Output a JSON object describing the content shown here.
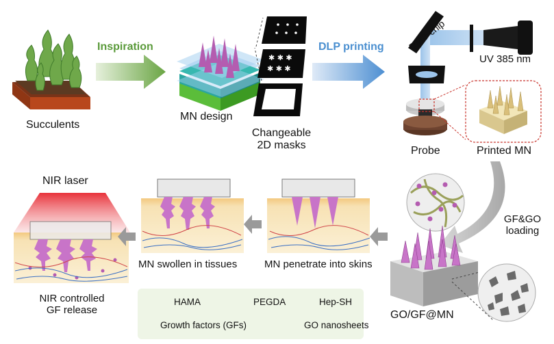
{
  "labels": {
    "succulents": "Succulents",
    "inspiration": "Inspiration",
    "mn_design": "MN design",
    "masks": "Changeable\n2D masks",
    "dlp_printing": "DLP printing",
    "dmd_chip": "DMD chip",
    "uv": "UV 385 nm",
    "probe": "Probe",
    "printed_mn": "Printed MN",
    "loading": "GF&GO\nloading",
    "go_gf_mn": "GO/GF@MN",
    "penetrate": "MN penetrate into skins",
    "swollen": "MN swollen in tissues",
    "nir_laser": "NIR laser",
    "nir_release": "NIR controlled\nGF release"
  },
  "legend": {
    "hama": "HAMA",
    "pegda": "PEGDA",
    "hep_sh": "Hep-SH",
    "growth_factors": "Growth factors (GFs)",
    "go_nanosheets": "GO nanosheets"
  },
  "colors": {
    "inspiration_green": "#5a9a3a",
    "dlp_blue": "#4a8fd0",
    "mn_pink": "#c874c8",
    "hama_line": "#9aa05a",
    "legend_bg": "#eef5e6",
    "laser_red": "#e8323a",
    "skin": "#f4d9a8"
  },
  "icons": [
    "succulent-pot-icon",
    "mn-design-icon",
    "mask-icon",
    "arrow-icon",
    "dmd-chip-icon",
    "uv-lamp-icon",
    "probe-icon",
    "microneedle-patch-icon",
    "growth-factor-icon",
    "go-nanosheet-icon"
  ]
}
